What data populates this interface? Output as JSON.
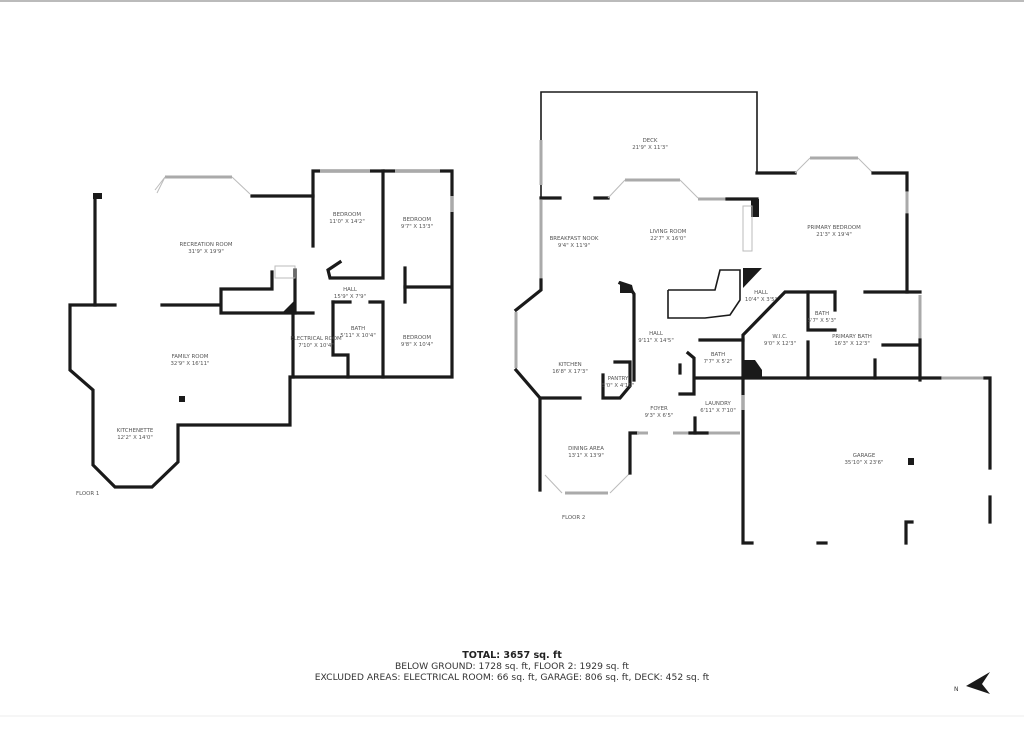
{
  "floor1": {
    "label": "FLOOR 1",
    "rooms": [
      {
        "name": "RECREATION ROOM",
        "dims": "31'9\" X 19'9\""
      },
      {
        "name": "BEDROOM",
        "dims": "11'0\" X 14'2\""
      },
      {
        "name": "BEDROOM",
        "dims": "9'7\" X 13'3\""
      },
      {
        "name": "HALL",
        "dims": "15'9\" X 7'9\""
      },
      {
        "name": "BATH",
        "dims": "5'11\" X 10'4\""
      },
      {
        "name": "ELECTRICAL ROOM",
        "dims": "7'10\" X 10'4\""
      },
      {
        "name": "BEDROOM",
        "dims": "9'8\" X 10'4\""
      },
      {
        "name": "FAMILY ROOM",
        "dims": "32'9\" X 16'11\""
      },
      {
        "name": "KITCHENETTE",
        "dims": "12'2\" X 14'0\""
      }
    ]
  },
  "floor2": {
    "label": "FLOOR 2",
    "rooms": [
      {
        "name": "DECK",
        "dims": "21'9\" X 11'3\""
      },
      {
        "name": "BREAKFAST NOOK",
        "dims": "9'4\" X 11'9\""
      },
      {
        "name": "LIVING ROOM",
        "dims": "22'7\" X 16'0\""
      },
      {
        "name": "PRIMARY BEDROOM",
        "dims": "21'3\" X 19'4\""
      },
      {
        "name": "HALL",
        "dims": "10'4\" X 3'5\""
      },
      {
        "name": "BATH",
        "dims": "5'7\" X 5'3\""
      },
      {
        "name": "HALL",
        "dims": "9'11\" X 14'5\""
      },
      {
        "name": "W.I.C.",
        "dims": "9'0\" X 12'3\""
      },
      {
        "name": "PRIMARY BATH",
        "dims": "16'3\" X 12'3\""
      },
      {
        "name": "BATH",
        "dims": "7'7\" X 5'2\""
      },
      {
        "name": "KITCHEN",
        "dims": "16'8\" X 17'3\""
      },
      {
        "name": "PANTRY",
        "dims": "5'0\" X 4'11\""
      },
      {
        "name": "FOYER",
        "dims": "9'3\" X 6'5\""
      },
      {
        "name": "LAUNDRY",
        "dims": "6'11\" X 7'10\""
      },
      {
        "name": "DINING AREA",
        "dims": "13'1\" X 13'9\""
      },
      {
        "name": "GARAGE",
        "dims": "35'10\" X 23'6\""
      }
    ]
  },
  "summary": {
    "total": "TOTAL: 3657 sq. ft",
    "breakdown": "BELOW GROUND: 1728 sq. ft, FLOOR 2: 1929 sq. ft",
    "excluded": "EXCLUDED AREAS: ELECTRICAL ROOM: 66 sq. ft, GARAGE: 806 sq. ft, DECK: 452 sq. ft"
  },
  "compass": {
    "icon": "north-arrow-icon",
    "letter": "N"
  }
}
